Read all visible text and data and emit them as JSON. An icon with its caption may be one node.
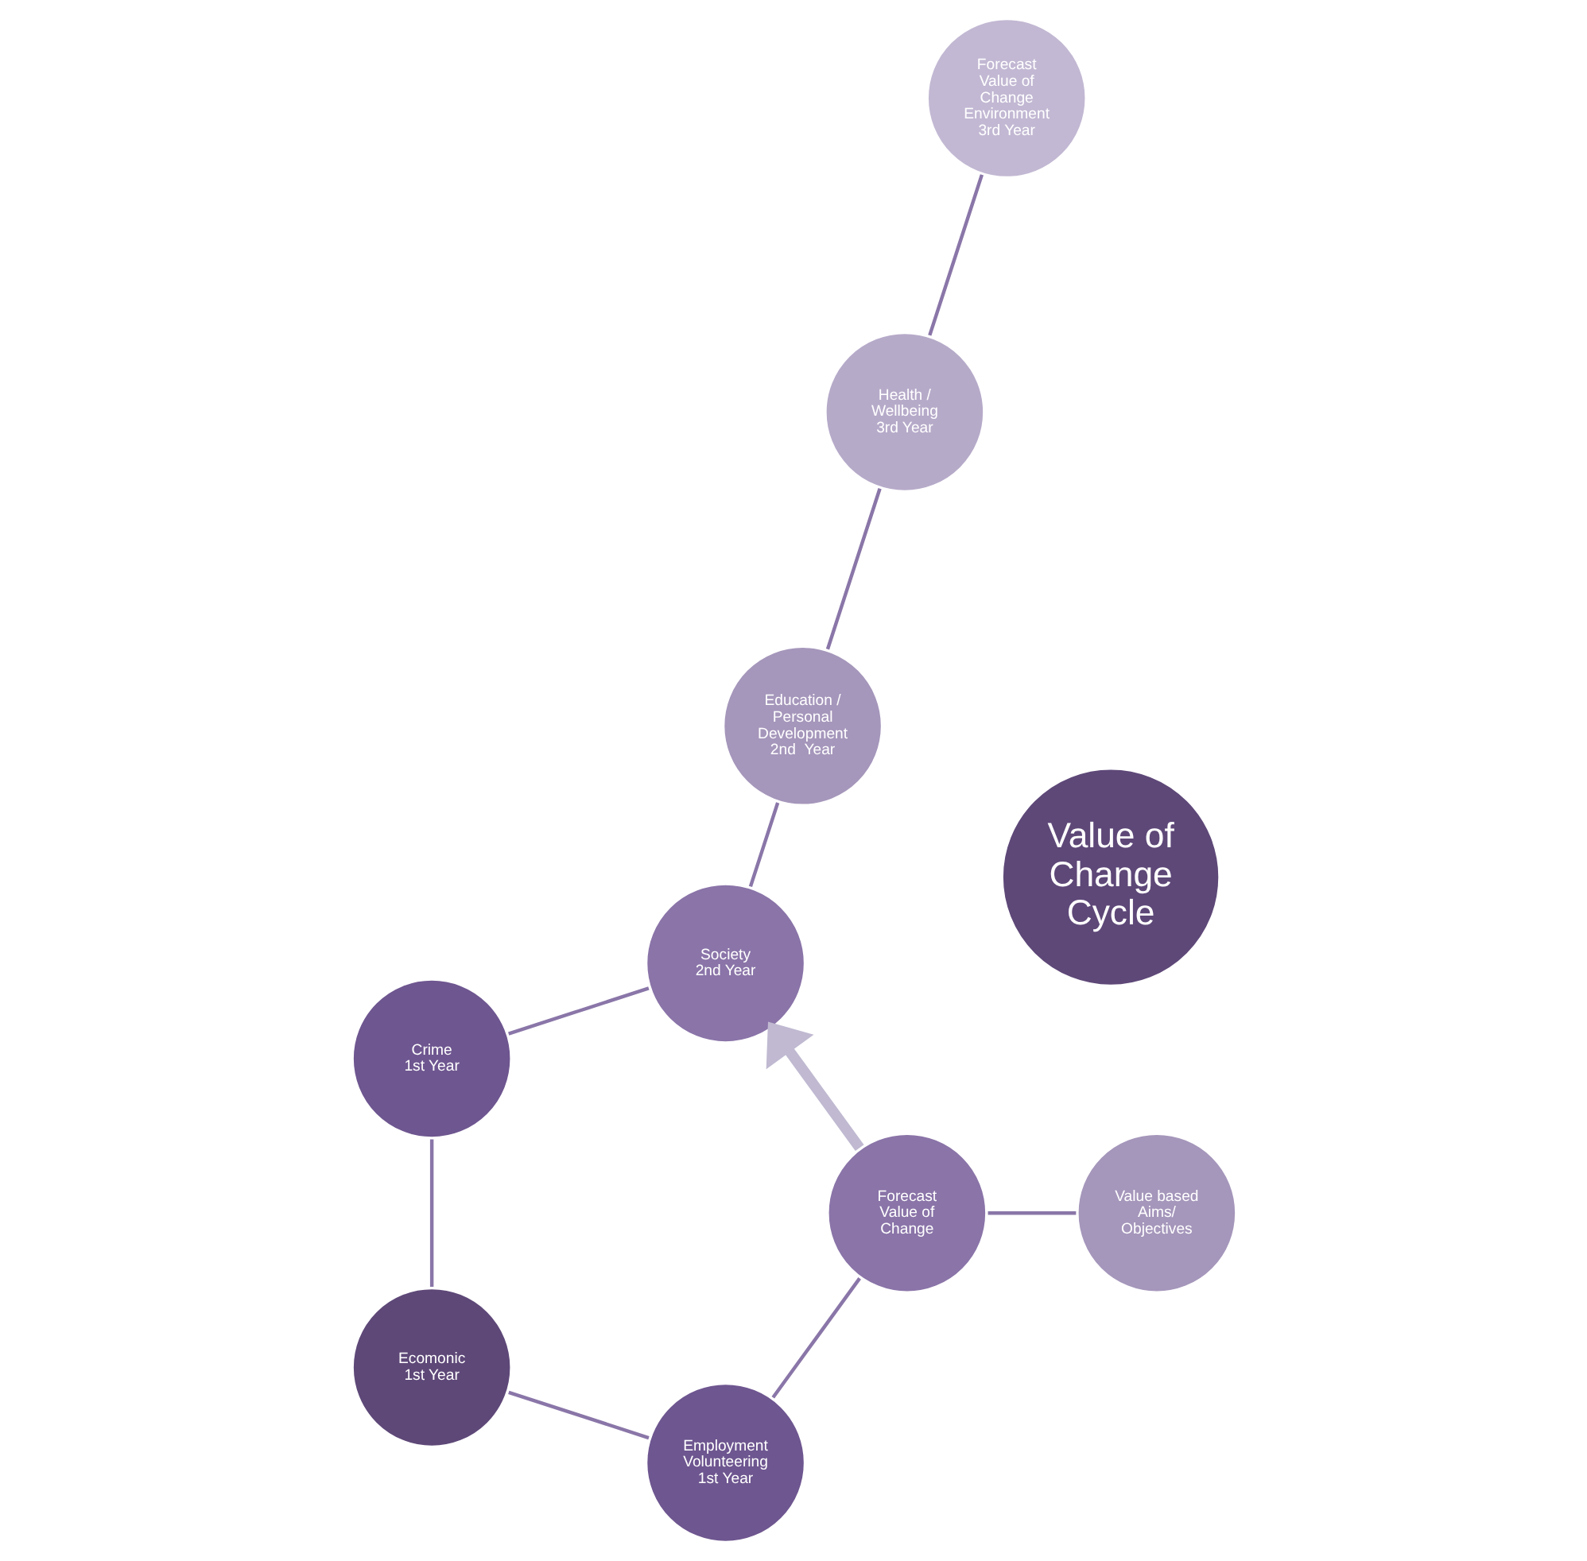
{
  "diagram": {
    "nodes": [
      {
        "text": [
          "Ecomonic",
          "1st Year"
        ]
      },
      {
        "text": [
          "Employment Volunteering",
          "1st Year"
        ]
      },
      {
        "text": [
          "Crime",
          "1st Year"
        ]
      },
      {
        "text": [
          "Forecast Value of Change"
        ]
      },
      {
        "text": [
          "Society",
          "2nd Year"
        ]
      },
      {
        "text": [
          "Value of Change Cycle"
        ]
      },
      {
        "text": [
          "Value based Aims/ Objectives"
        ]
      },
      {
        "text": [
          "Education / Personal Development",
          "2nd  Year"
        ]
      },
      {
        "text": [
          "Health / Wellbeing",
          "3rd Year"
        ]
      },
      {
        "text": [
          "Forecast Value of Change Environment",
          "3rd Year"
        ]
      }
    ],
    "edges": [
      {
        "from": 6,
        "to": 3,
        "arrow": "none"
      },
      {
        "from": 3,
        "to": 1,
        "arrow": "none"
      },
      {
        "from": 1,
        "to": 0,
        "arrow": "none"
      },
      {
        "from": 0,
        "to": 2,
        "arrow": "none"
      },
      {
        "from": 2,
        "to": 4,
        "arrow": "none"
      },
      {
        "from": 4,
        "to": 7,
        "arrow": "none"
      },
      {
        "from": 7,
        "to": 8,
        "arrow": "none"
      },
      {
        "from": 8,
        "to": 9,
        "arrow": "none"
      },
      {
        "from": 3,
        "to": 4,
        "arrow": "to",
        "style": "thick",
        "color": "#c0b9d1"
      }
    ]
  }
}
